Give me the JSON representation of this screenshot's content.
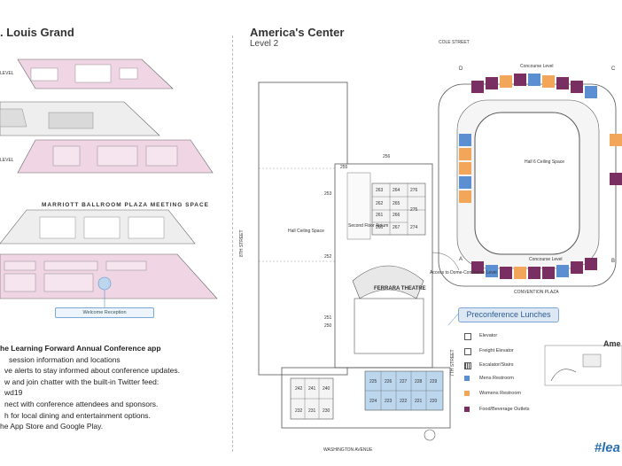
{
  "left_panel": {
    "title": ". Louis Grand",
    "level_labels": [
      "LEVEL",
      "LEVEL"
    ],
    "section_title": "MARRIOTT BALLROOM PLAZA MEETING SPACE",
    "welcome_label": "Welcome Reception",
    "app_heading": "he Learning Forward Annual Conference app",
    "app_lines": [
      "session information and locations",
      "ve alerts to stay informed about conference updates.",
      "w and join chatter with the built-in Twitter feed:",
      "wd19",
      "nect with conference attendees and sponsors.",
      "h for local dining and entertainment options.",
      "he App Store and Google Play."
    ]
  },
  "right_panel": {
    "title": "America's Center",
    "subtitle": "Level 2",
    "street_top": "COLE STREET",
    "street_left": "8TH STREET",
    "street_right": "7TH STREET",
    "street_bottom": "WASHINGTON AVENUE",
    "plaza": "CONVENTION PLAZA",
    "concourse_top": "Concourse Level",
    "concourse_bottom": "Concourse Level",
    "hall6": "Hall 6 Ceiling Space",
    "hall_ceiling": "Hall Ceiling Space",
    "atrium": "Second Floor Atrium",
    "theatre": "FERRARA THEATRE",
    "dome_access": "Access to Dome-Concourse Level",
    "rooms_upper": [
      "263",
      "264",
      "276",
      "262",
      "265",
      "275",
      "261",
      "266",
      "260",
      "267",
      "274"
    ],
    "room_labels_side": [
      "253",
      "252",
      "251",
      "250",
      "255",
      "256"
    ],
    "rooms_lower_left": [
      "242",
      "241",
      "240",
      "232",
      "231",
      "230"
    ],
    "rooms_lower_right": [
      "225",
      "226",
      "227",
      "228",
      "229",
      "224",
      "223",
      "222",
      "221",
      "220"
    ],
    "ne_corner": [
      "D",
      "C",
      "A",
      "B"
    ],
    "preconference": "Preconference Lunches",
    "legend": [
      {
        "label": "Elevator",
        "color": "#ffffff"
      },
      {
        "label": "Freight Elevator",
        "color": "#ffffff"
      },
      {
        "label": "Escalator/Stairs",
        "color": "#ffffff"
      },
      {
        "label": "Mens Restroom",
        "color": "#5b8fd1"
      },
      {
        "label": "Womens Restroom",
        "color": "#f2a65a"
      },
      {
        "label": "Food/Beverage Outlets",
        "color": "#7a2f62"
      }
    ],
    "inset_title": "Ame",
    "hashtag": "#lea"
  },
  "colors": {
    "pink": "#f0d5e4",
    "blue_room": "#bcd6ee",
    "maroon": "#7a2f62",
    "orange": "#f2a65a",
    "blue": "#5b8fd1"
  }
}
